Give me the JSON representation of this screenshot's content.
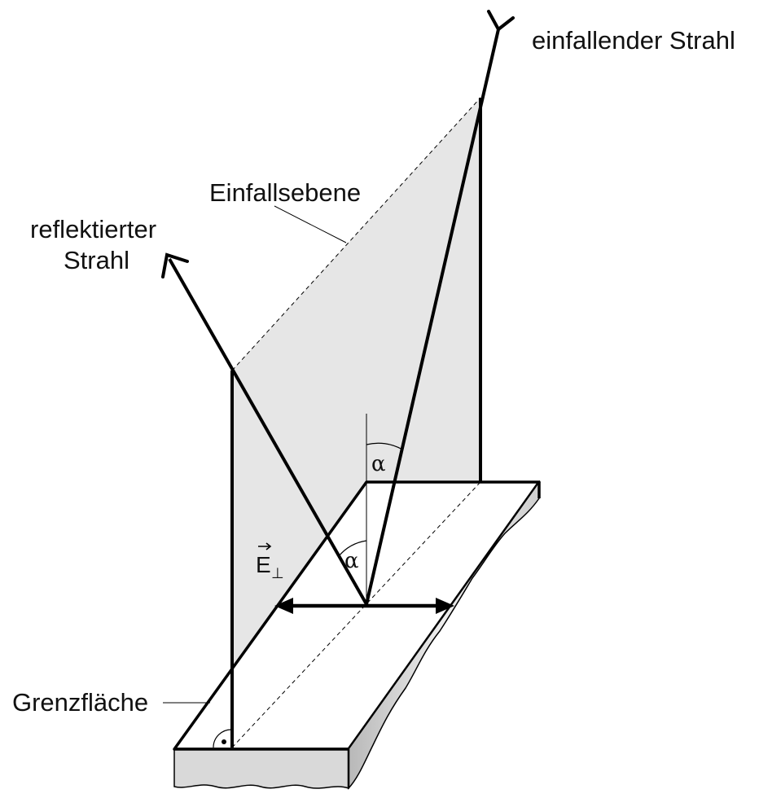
{
  "labels": {
    "incident_ray": "einfallender Strahl",
    "plane_of_incidence": "Einfallsebene",
    "reflected_ray_line1": "reflektierter",
    "reflected_ray_line2": "Strahl",
    "interface": "Grenzfläche",
    "angle_incident": "α",
    "angle_reflected": "α",
    "field_symbol": "E",
    "field_subscript": "⊥"
  },
  "colors": {
    "plane_fill": "#e6e6e6",
    "slab_front": "#d9d9d9",
    "ink": "#000000"
  }
}
